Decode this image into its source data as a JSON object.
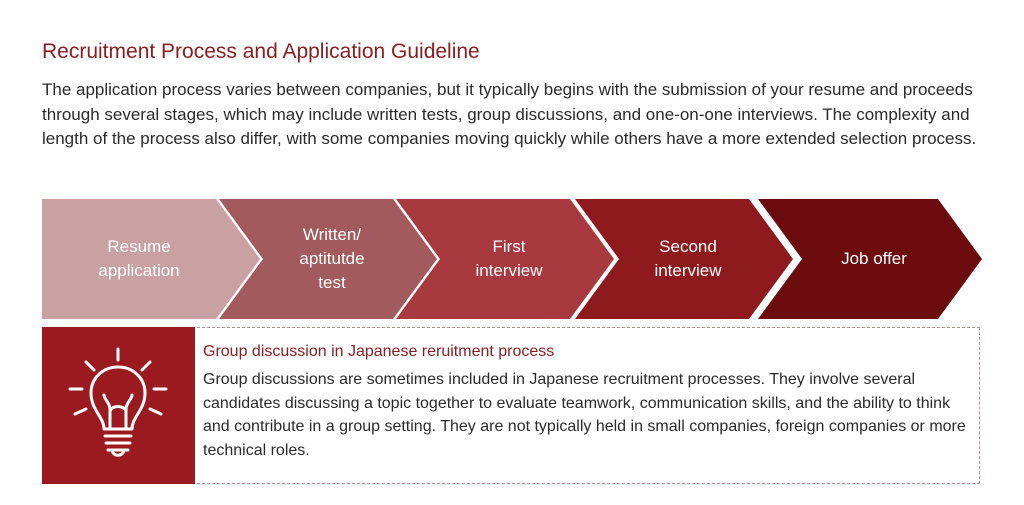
{
  "header": {
    "title": "Recruitment Process and Application Guideline",
    "intro": "The application process varies between companies, but it typically begins with the submission of your resume and proceeds through several stages, which may include written tests, group discussions, and one-on-one interviews. The complexity and length of the process also differ, with some companies moving quickly while others have a more extended selection process."
  },
  "process": {
    "steps": [
      {
        "lines": [
          "Resume",
          "application"
        ],
        "color": "#c9a1a2"
      },
      {
        "lines": [
          "Written/",
          "aptitutde",
          "test"
        ],
        "color": "#a35a5d"
      },
      {
        "lines": [
          "First",
          "interview"
        ],
        "color": "#a83a3f"
      },
      {
        "lines": [
          "Second",
          "interview"
        ],
        "color": "#8f1a1d"
      },
      {
        "lines": [
          "Job offer"
        ],
        "color": "#6d0c0f"
      }
    ]
  },
  "callout": {
    "icon": "lightbulb-icon",
    "title": "Group discussion in Japanese reruitment process",
    "text": "Group discussions are sometimes included in Japanese recruitment processes. They involve several candidates discussing a topic together to evaluate teamwork, communication skills, and the ability to think and contribute in a group setting. They are not typically held in small companies, foreign companies or more technical roles.",
    "accent_color": "#9a1a1f"
  }
}
